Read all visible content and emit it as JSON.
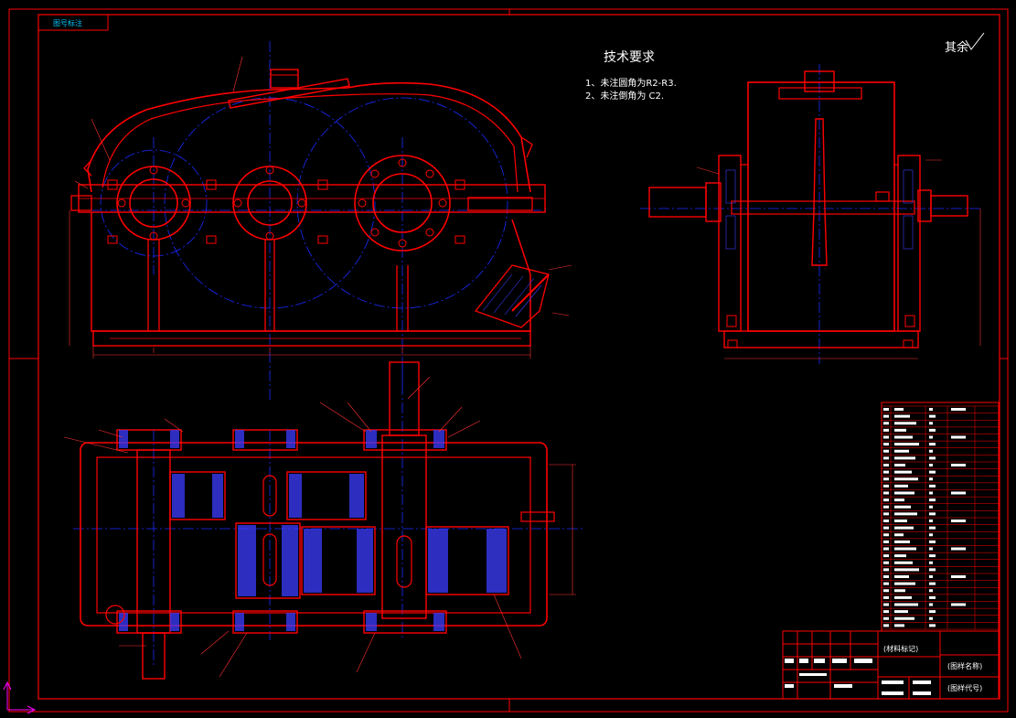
{
  "drawing": {
    "colors": {
      "background": "#000000",
      "outline": "#ff0000",
      "centerline": "#1a2cff",
      "hatch": "#3d3dff",
      "text": "#ffffff",
      "dim": "#ff3030",
      "cyan": "#00c8ff",
      "magenta": "#ff00ff"
    },
    "corner_tag": "图号标注",
    "technical_requirements": {
      "title": "技术要求",
      "items": [
        "1、未注圆角为R2-R3.",
        "2、未注倒角为 C2."
      ]
    },
    "roughness_note": "其余",
    "title_block": {
      "material_mark": "(材料标记)",
      "drawing_name": "(图样名称)",
      "drawing_code": "(图样代号)"
    }
  }
}
